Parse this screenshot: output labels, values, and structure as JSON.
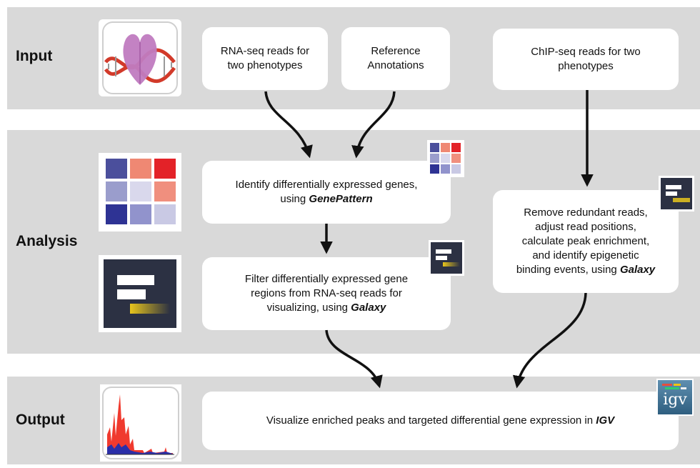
{
  "rows": {
    "input": {
      "label": "Input"
    },
    "analysis": {
      "label": "Analysis"
    },
    "output": {
      "label": "Output"
    }
  },
  "boxes": {
    "rnaseq": {
      "line1": "RNA-seq reads for",
      "line2": "two phenotypes"
    },
    "reference": {
      "line1": "Reference",
      "line2": "Annotations"
    },
    "chipseq": {
      "line1": "ChIP-seq reads for two",
      "line2": "phenotypes"
    },
    "identify": {
      "line1": "Identify differentially expressed genes,",
      "line2_pre": "using ",
      "tool": "GenePattern"
    },
    "filter": {
      "line1": "Filter differentially expressed gene",
      "line2": "regions from RNA-seq reads for",
      "line3_pre": "visualizing, using ",
      "tool": "Galaxy"
    },
    "remove": {
      "line1": "Remove redundant reads,",
      "line2": "adjust read positions,",
      "line3": "calculate peak enrichment,",
      "line4": "and identify epigenetic",
      "line5_pre": "binding events, using ",
      "tool": "Galaxy"
    },
    "visualize": {
      "text_pre": "Visualize enriched peaks and targeted differential gene expression in ",
      "tool": "IGV"
    }
  },
  "icons": {
    "dna_logo": "dna-logo-icon",
    "genepattern_logo": "genepattern-heatmap-icon",
    "galaxy_logo": "galaxy-logo-icon",
    "igv_logo": "igv-logo-icon",
    "igv_text": "igv",
    "chart_logo": "peak-chart-icon"
  },
  "colors": {
    "band": "#d9d9d9",
    "galaxy_bg": "#2c3143",
    "galaxy_gold": "#e8c51c",
    "arrow": "#111111"
  }
}
